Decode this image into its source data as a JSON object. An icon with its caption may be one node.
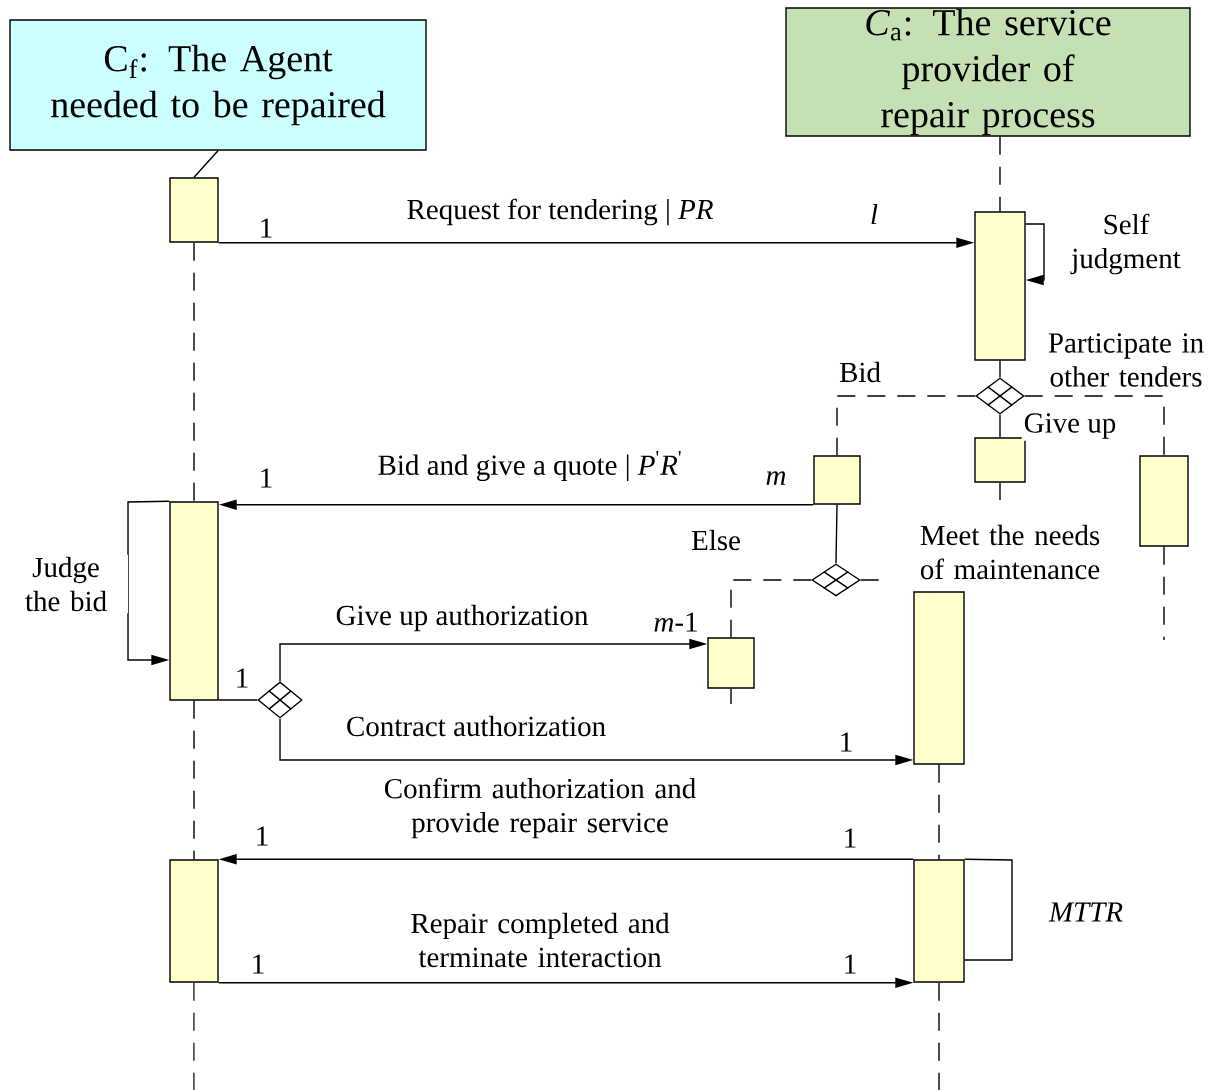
{
  "diagram": {
    "nodes": [
      {
        "text": [
          "C$_{f}$: The Agent needed to be repaired"
        ]
      },
      {
        "text": [
          "*C*$_{a}$: The service provider of repair process"
        ]
      },
      {
        "text": [],
        "shape": "box"
      },
      {
        "text": [],
        "shape": "box"
      },
      {
        "text": [],
        "shape": "diamond"
      },
      {
        "text": [],
        "shape": "box"
      },
      {
        "text": [],
        "shape": "box"
      },
      {
        "text": [],
        "shape": "box"
      },
      {
        "text": [],
        "shape": "box"
      },
      {
        "text": [],
        "shape": "diamond"
      },
      {
        "text": [],
        "shape": "diamond"
      },
      {
        "text": [],
        "shape": "box"
      },
      {
        "text": [],
        "shape": "box"
      },
      {
        "text": [],
        "shape": "box"
      },
      {
        "text": [],
        "shape": "box"
      }
    ],
    "edges": [
      {
        "from": 0,
        "to": 2,
        "arrow": "none"
      },
      {
        "from": 1,
        "to": 3,
        "arrow": "none",
        "style": "dashed"
      },
      {
        "from": 2,
        "to": 3,
        "arrow": "to",
        "label": "Request for tendering |  *PR*"
      },
      {
        "from": 3,
        "to": 3,
        "arrow": "to",
        "label": "Self judgment"
      },
      {
        "from": 3,
        "to": 4,
        "arrow": "none",
        "style": "dashed"
      },
      {
        "from": 4,
        "to": 5,
        "arrow": "none",
        "style": "dashed",
        "label": "Bid"
      },
      {
        "from": 4,
        "to": 6,
        "arrow": "none",
        "label": "Give up"
      },
      {
        "from": 4,
        "to": 7,
        "arrow": "none",
        "style": "dashed",
        "label": "Participate in other tenders"
      },
      {
        "from": 5,
        "to": 8,
        "arrow": "to",
        "label": "Bid and give a quote |  *P*$^{'}$*R*$^{'}$"
      },
      {
        "from": 2,
        "to": 8,
        "arrow": "none",
        "style": "dashed"
      },
      {
        "from": 8,
        "to": 8,
        "arrow": "to",
        "label": "Judge the bid"
      },
      {
        "from": 5,
        "to": 9,
        "arrow": "none"
      },
      {
        "from": 9,
        "to": 11,
        "arrow": "none",
        "style": "dashed",
        "label": "Else"
      },
      {
        "from": 9,
        "to": 12,
        "arrow": "none",
        "style": "dashed",
        "label": "Meet the needs of maintenance"
      },
      {
        "from": 8,
        "to": 10,
        "arrow": "none"
      },
      {
        "from": 10,
        "to": 11,
        "arrow": "to",
        "label": "Give up authorization"
      },
      {
        "from": 10,
        "to": 12,
        "arrow": "to",
        "label": "Contract authorization"
      },
      {
        "from": 8,
        "to": 13,
        "arrow": "none",
        "style": "dashed"
      },
      {
        "from": 12,
        "to": 14,
        "arrow": "none",
        "style": "dashed"
      },
      {
        "from": 14,
        "to": 13,
        "arrow": "to",
        "label": "Confirm authorization and provide repair service"
      },
      {
        "from": 13,
        "to": 14,
        "arrow": "to",
        "label": "Repair completed and terminate interaction"
      },
      {
        "from": 14,
        "to": 14,
        "arrow": "none",
        "label": "MTTR"
      },
      {
        "from": 13,
        "to": null,
        "arrow": "none",
        "style": "dashed"
      },
      {
        "from": 14,
        "to": null,
        "arrow": "none",
        "style": "dashed"
      },
      {
        "from": 7,
        "to": null,
        "arrow": "none",
        "style": "dashed"
      },
      {
        "from": 6,
        "to": null,
        "arrow": "none"
      },
      {
        "from": 11,
        "to": null,
        "arrow": "none"
      }
    ],
    "labels": [
      "1",
      "l",
      "1",
      "m",
      "*m*-1",
      "1",
      "1",
      "1",
      "1",
      "1",
      "1"
    ]
  }
}
